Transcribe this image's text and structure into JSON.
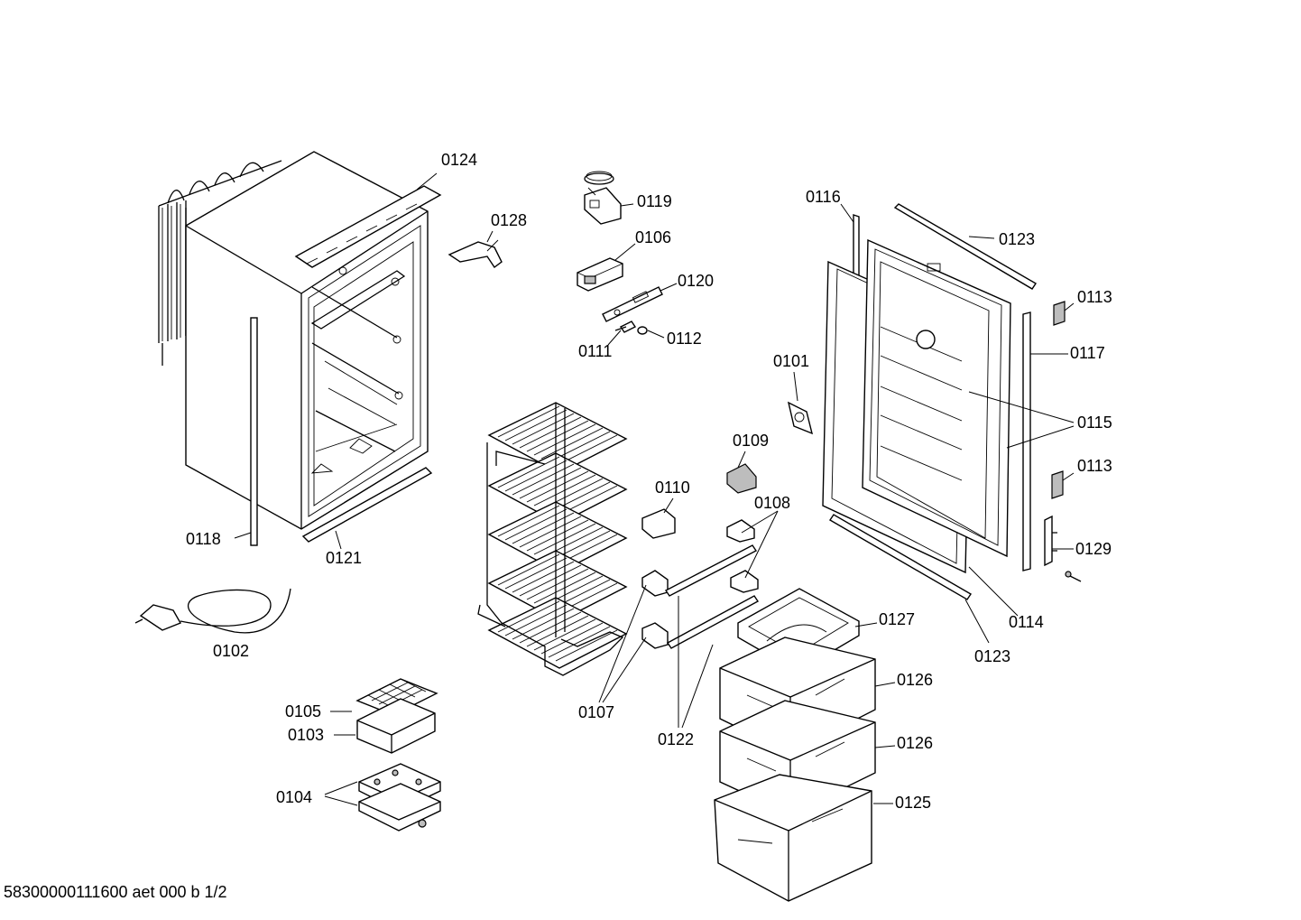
{
  "labels": {
    "l0124": "0124",
    "l0128": "0128",
    "l0119": "0119",
    "l0106": "0106",
    "l0120": "0120",
    "l0111": "0111",
    "l0112": "0112",
    "l0116": "0116",
    "l0123a": "0123",
    "l0113a": "0113",
    "l0117": "0117",
    "l0101": "0101",
    "l0115": "0115",
    "l0113b": "0113",
    "l0129": "0129",
    "l0114": "0114",
    "l0123b": "0123",
    "l0109": "0109",
    "l0110": "0110",
    "l0108": "0108",
    "l0118": "0118",
    "l0121": "0121",
    "l0102": "0102",
    "l0127": "0127",
    "l0126a": "0126",
    "l0126b": "0126",
    "l0125": "0125",
    "l0107": "0107",
    "l0122": "0122",
    "l0105": "0105",
    "l0103": "0103",
    "l0104": "0104"
  },
  "footer": "58300000111600 aet 000 b 1/2"
}
